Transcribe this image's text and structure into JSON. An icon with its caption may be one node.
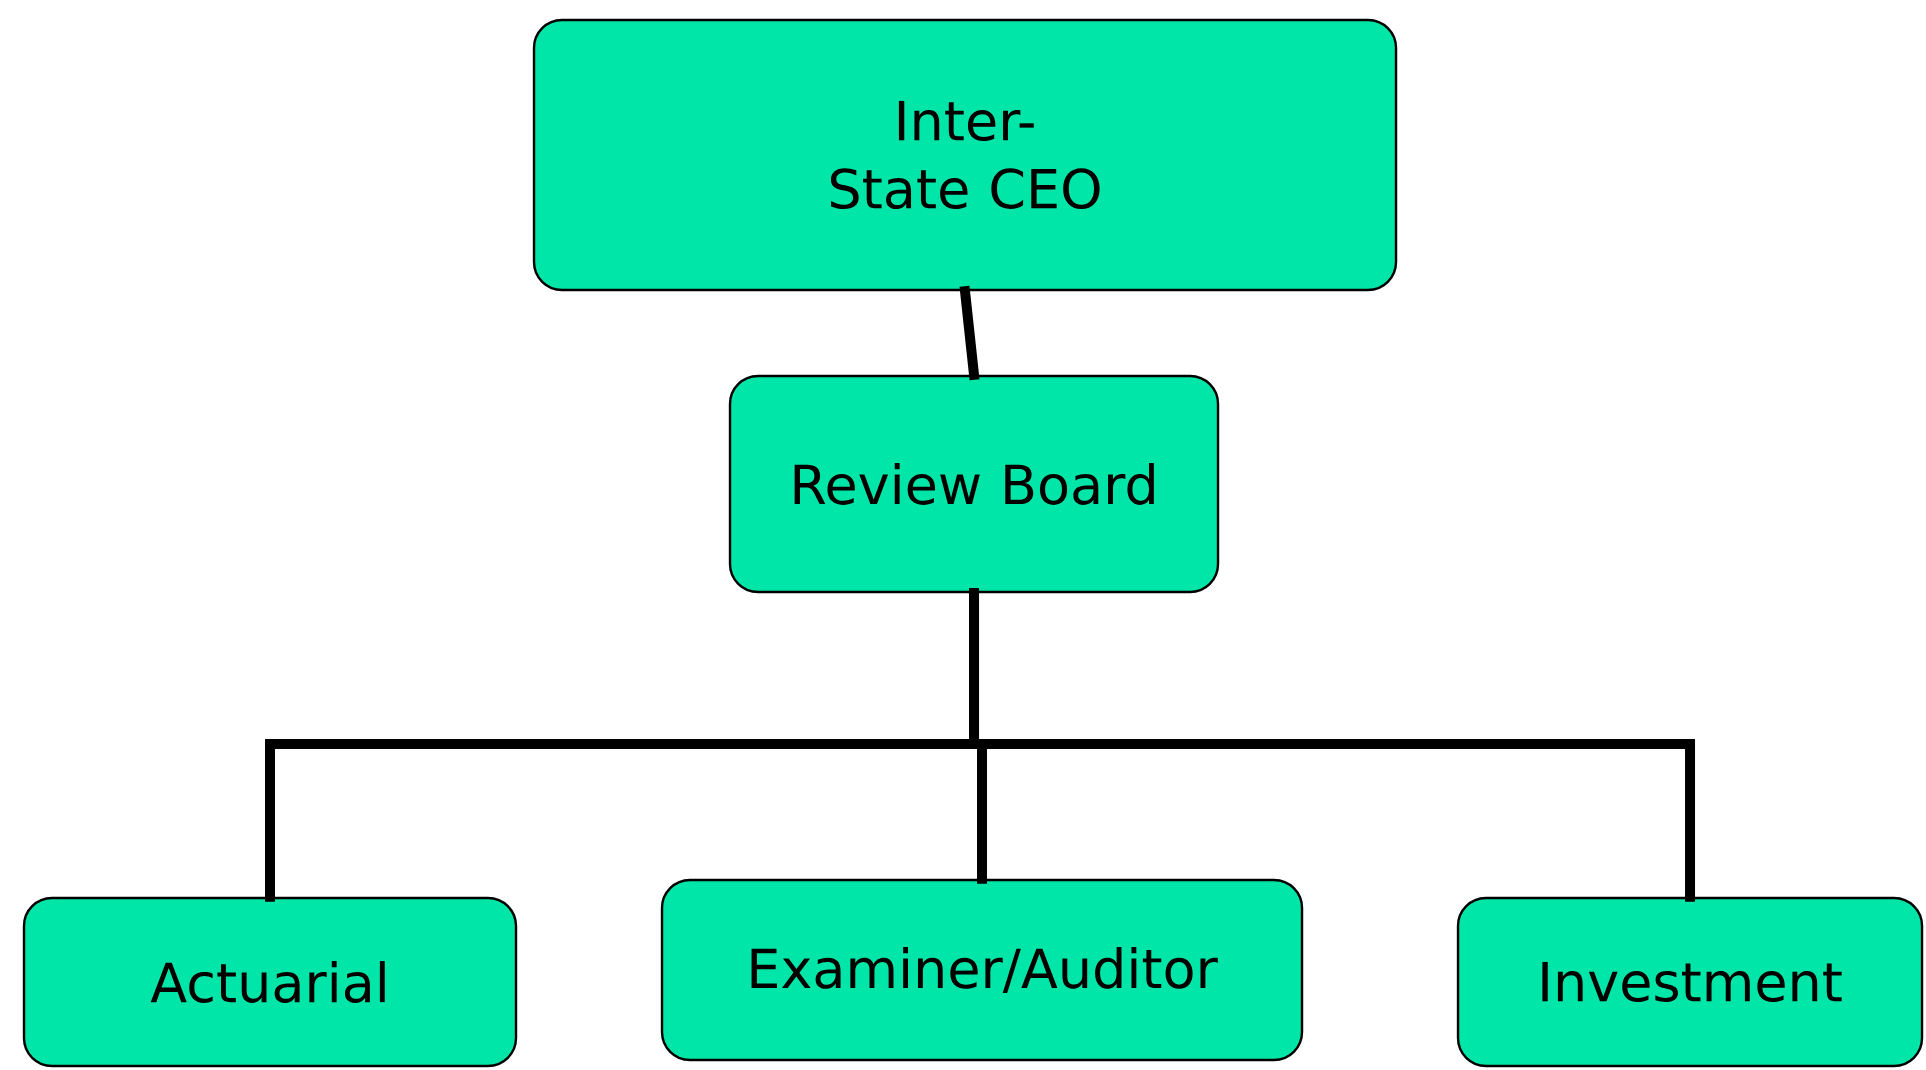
{
  "diagram": {
    "nodes": [
      {
        "text": [
          "Inter-State CEO"
        ]
      },
      {
        "text": [
          "Review Board"
        ]
      },
      {
        "text": [
          "Actuarial"
        ]
      },
      {
        "text": [
          "Examiner/Auditor"
        ]
      },
      {
        "text": [
          "Investment"
        ]
      }
    ],
    "edges": [
      {
        "from": 0,
        "to": 1,
        "arrow": "none"
      },
      {
        "from": 1,
        "to": 2,
        "arrow": "none"
      },
      {
        "from": 1,
        "to": 3,
        "arrow": "none"
      },
      {
        "from": 1,
        "to": 4,
        "arrow": "none"
      }
    ]
  }
}
